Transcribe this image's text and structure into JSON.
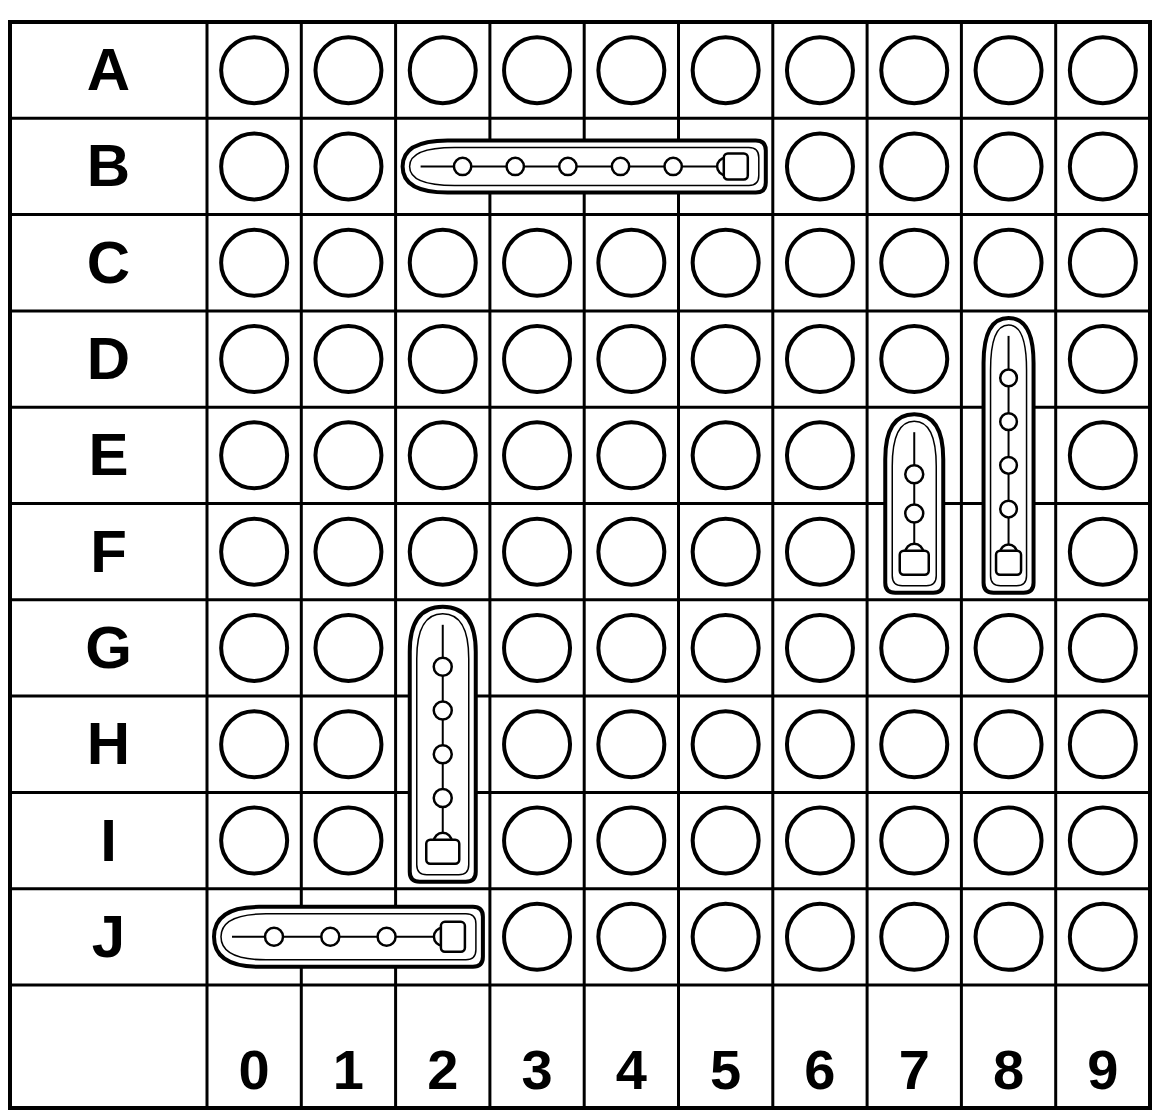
{
  "diagram": {
    "labels": [
      "A",
      "B",
      "C",
      "D",
      "E",
      "F",
      "G",
      "H",
      "I",
      "J",
      "0",
      "1",
      "2",
      "3",
      "4",
      "5",
      "6",
      "7",
      "8",
      "9"
    ]
  }
}
